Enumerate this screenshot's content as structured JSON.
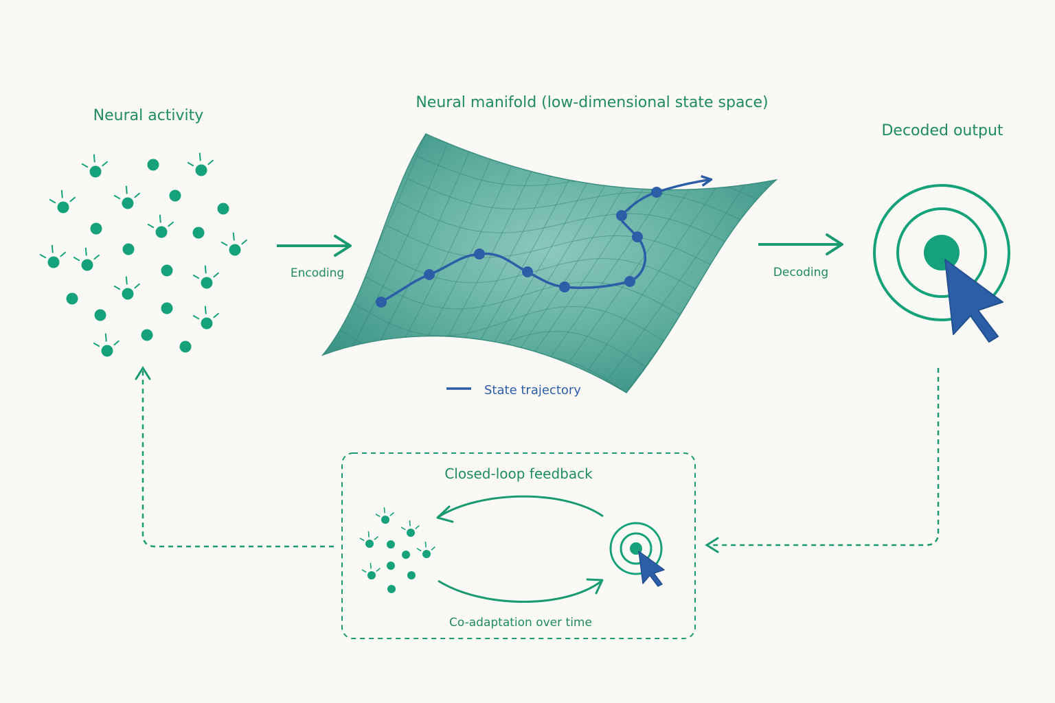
{
  "titles": {
    "neural_activity": "Neural activity",
    "manifold": "Neural manifold (low-dimensional state space)",
    "decoded_output": "Decoded output",
    "closed_loop": "Closed-loop feedback"
  },
  "labels": {
    "encoding": "Encoding",
    "decoding": "Decoding",
    "co_adaptation": "Co-adaptation over time"
  },
  "legend": {
    "state_trajectory": "State trajectory"
  },
  "icons": {
    "neuron": "neuron-dot-icon",
    "target": "target-icon",
    "cursor": "cursor-icon"
  },
  "colors": {
    "green": "#15a27a",
    "label_green": "#1f8a63",
    "manifold_teal": "#4fa89c",
    "trajectory_blue": "#2c5ea8",
    "background": "#faf9f5"
  }
}
